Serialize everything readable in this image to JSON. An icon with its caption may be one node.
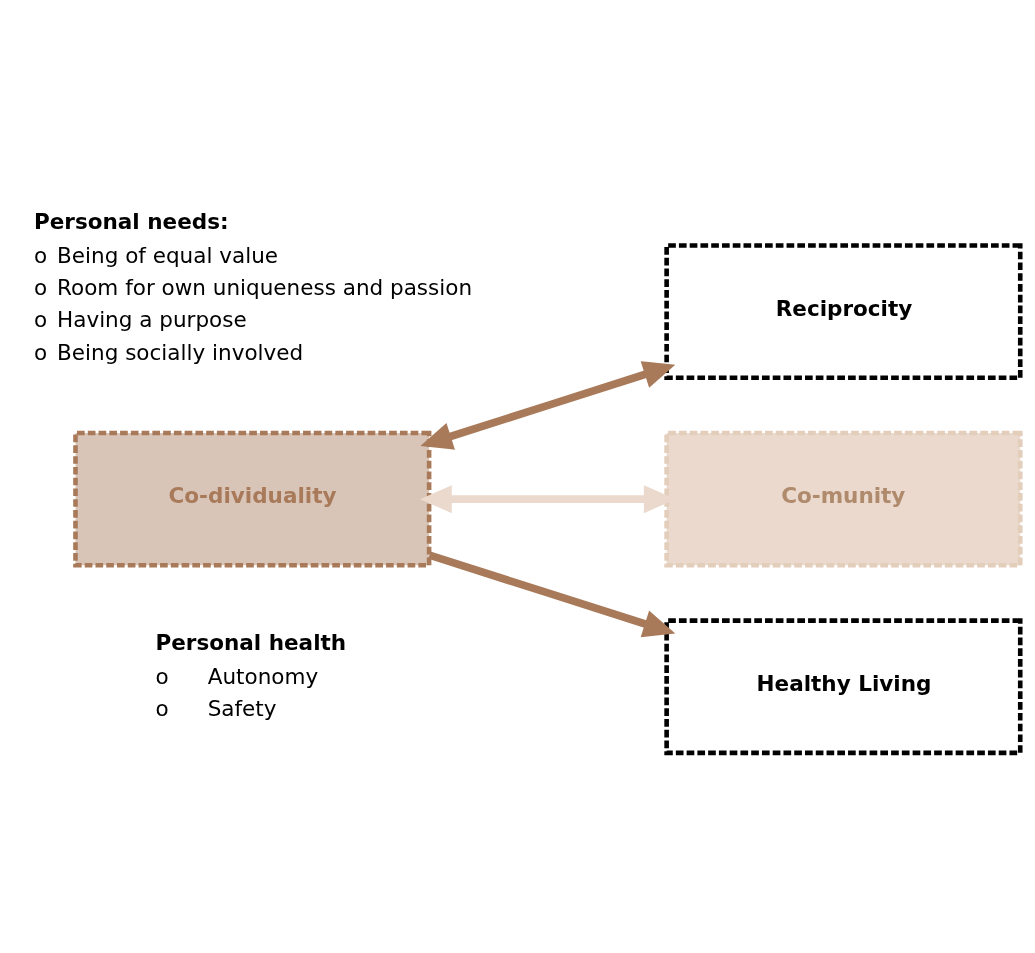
{
  "diagram": {
    "nodes": [
      {
        "text": [
          "Reciprocity"
        ]
      },
      {
        "text": [
          "Co-dividuality"
        ]
      },
      {
        "text": [
          "Co-munity"
        ]
      },
      {
        "text": [
          "Healthy Living"
        ]
      }
    ],
    "edges": [
      {
        "from": 0,
        "to": 1,
        "arrow": "both"
      },
      {
        "from": 1,
        "to": 2,
        "arrow": "both",
        "color": "#ead9cc"
      },
      {
        "from": 1,
        "to": 3,
        "arrow": "to"
      }
    ],
    "labels": [
      "Personal needs:",
      "o",
      "Being of equal value",
      "o",
      "Room for own uniqueness and passion",
      "o",
      "Having a purpose",
      "o",
      "Being socially involved",
      "Personal health",
      "o",
      "Autonomy",
      "o",
      "Safety"
    ]
  }
}
